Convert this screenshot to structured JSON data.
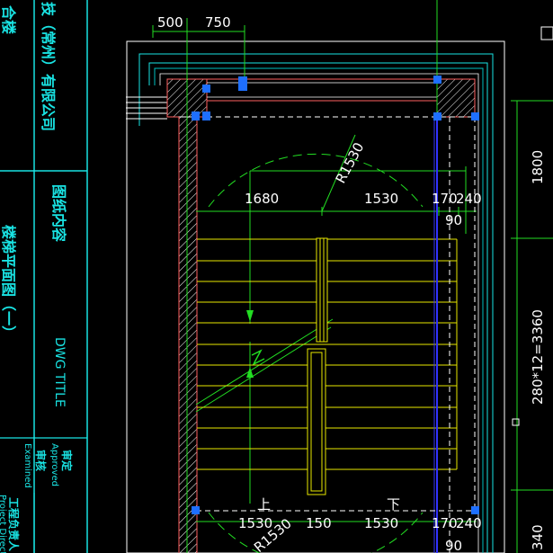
{
  "title_block": {
    "company_line1": "技（常州）有限公司",
    "company_line2": "合楼",
    "drawing_content_label": "图纸内容",
    "drawing_content_partial": "楼梯平面图（一）",
    "dwg_title": "DWG TITLE",
    "approved_cn": "审定",
    "approved_en": "Approved",
    "examined_cn": "审核",
    "examined_en": "Examined",
    "pm_cn": "工程负责人",
    "pm_en": "Project Director"
  },
  "dims": {
    "top_a": "500",
    "top_b": "750",
    "radius": "R1530",
    "row1_a": "1680",
    "row1_b": "1530",
    "row1_c": "170",
    "row1_d": "240",
    "row1_e": "90",
    "row2_a": "1530",
    "row2_b": "150",
    "row2_c": "1530",
    "row2_d": "170",
    "row2_e": "240",
    "row2_f": "90",
    "right_a": "1800",
    "right_b": "280*12=3360",
    "right_c": "340",
    "bottom_radius": "R1530"
  },
  "labels": {
    "up_mark": "上",
    "down_mark": "下"
  }
}
